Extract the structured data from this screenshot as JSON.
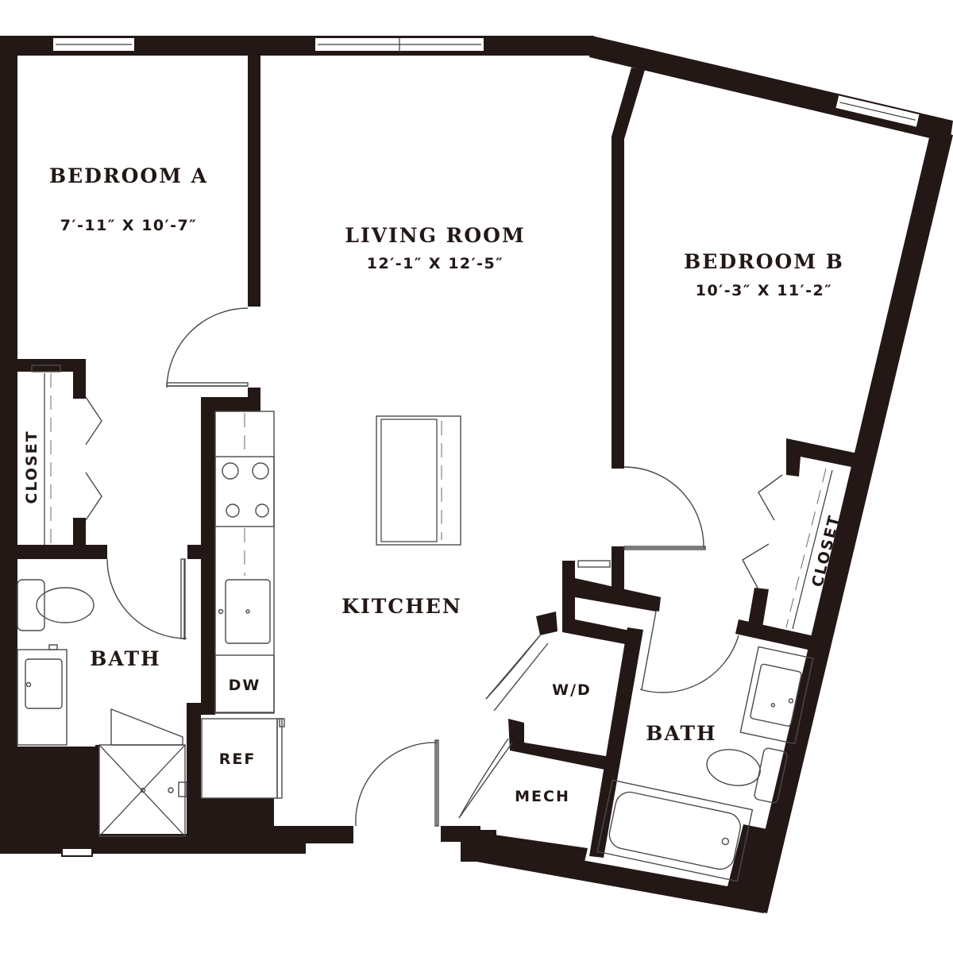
{
  "rooms": {
    "bedroom_a": {
      "name": "BEDROOM A",
      "size": "7′-11″ X 10′-7″"
    },
    "living_room": {
      "name": "LIVING ROOM",
      "size": "12′-1″ X 12′-5″"
    },
    "bedroom_b": {
      "name": "BEDROOM B",
      "size": "10′-3″ X 11′-2″"
    },
    "kitchen": {
      "name": "KITCHEN"
    },
    "bath_a": {
      "name": "BATH"
    },
    "bath_b": {
      "name": "BATH"
    },
    "closet_a": {
      "name": "CLOSET"
    },
    "closet_b": {
      "name": "CLOSET"
    },
    "wd": {
      "name": "W/D"
    },
    "mech": {
      "name": "MECH"
    },
    "dw": {
      "name": "DW"
    },
    "ref": {
      "name": "REF"
    }
  },
  "colors": {
    "wall": "#231816",
    "background": "#ffffff"
  }
}
